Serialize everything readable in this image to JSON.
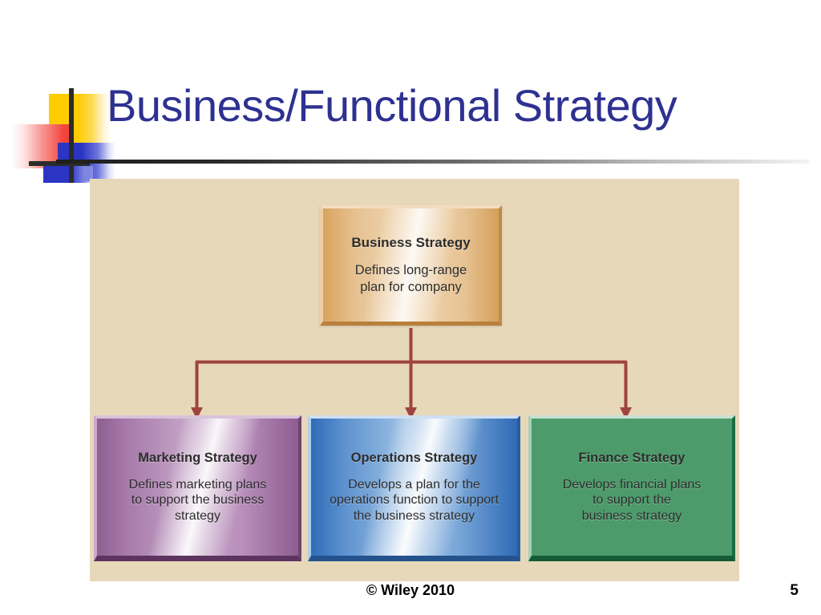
{
  "slide": {
    "title": "Business/Functional Strategy",
    "title_color": "#2e3191",
    "panel_background": "#e7d8ba"
  },
  "diagram": {
    "type": "hierarchy",
    "root": {
      "name": "business-strategy",
      "title": "Business Strategy",
      "body": "Defines long-range\nplan for company",
      "body_lines": [
        "Defines long-range",
        "plan for company"
      ],
      "color": "#d9a45e"
    },
    "children": [
      {
        "name": "marketing-strategy",
        "title": "Marketing Strategy",
        "body_lines": [
          "Defines marketing plans",
          "to support the business",
          "strategy"
        ],
        "color": "#8f5f92"
      },
      {
        "name": "operations-strategy",
        "title": "Operations Strategy",
        "body_lines": [
          "Develops a plan for the",
          "operations function to support",
          "the business strategy"
        ],
        "color": "#2f6cb8"
      },
      {
        "name": "finance-strategy",
        "title": "Finance Strategy",
        "body_lines": [
          "Develops financial plans",
          "to support the",
          "business strategy"
        ],
        "color": "#1f7a4a"
      }
    ],
    "connector_color": "#9e4340"
  },
  "footer": {
    "copyright": "© Wiley 2010",
    "page_number": "5"
  }
}
